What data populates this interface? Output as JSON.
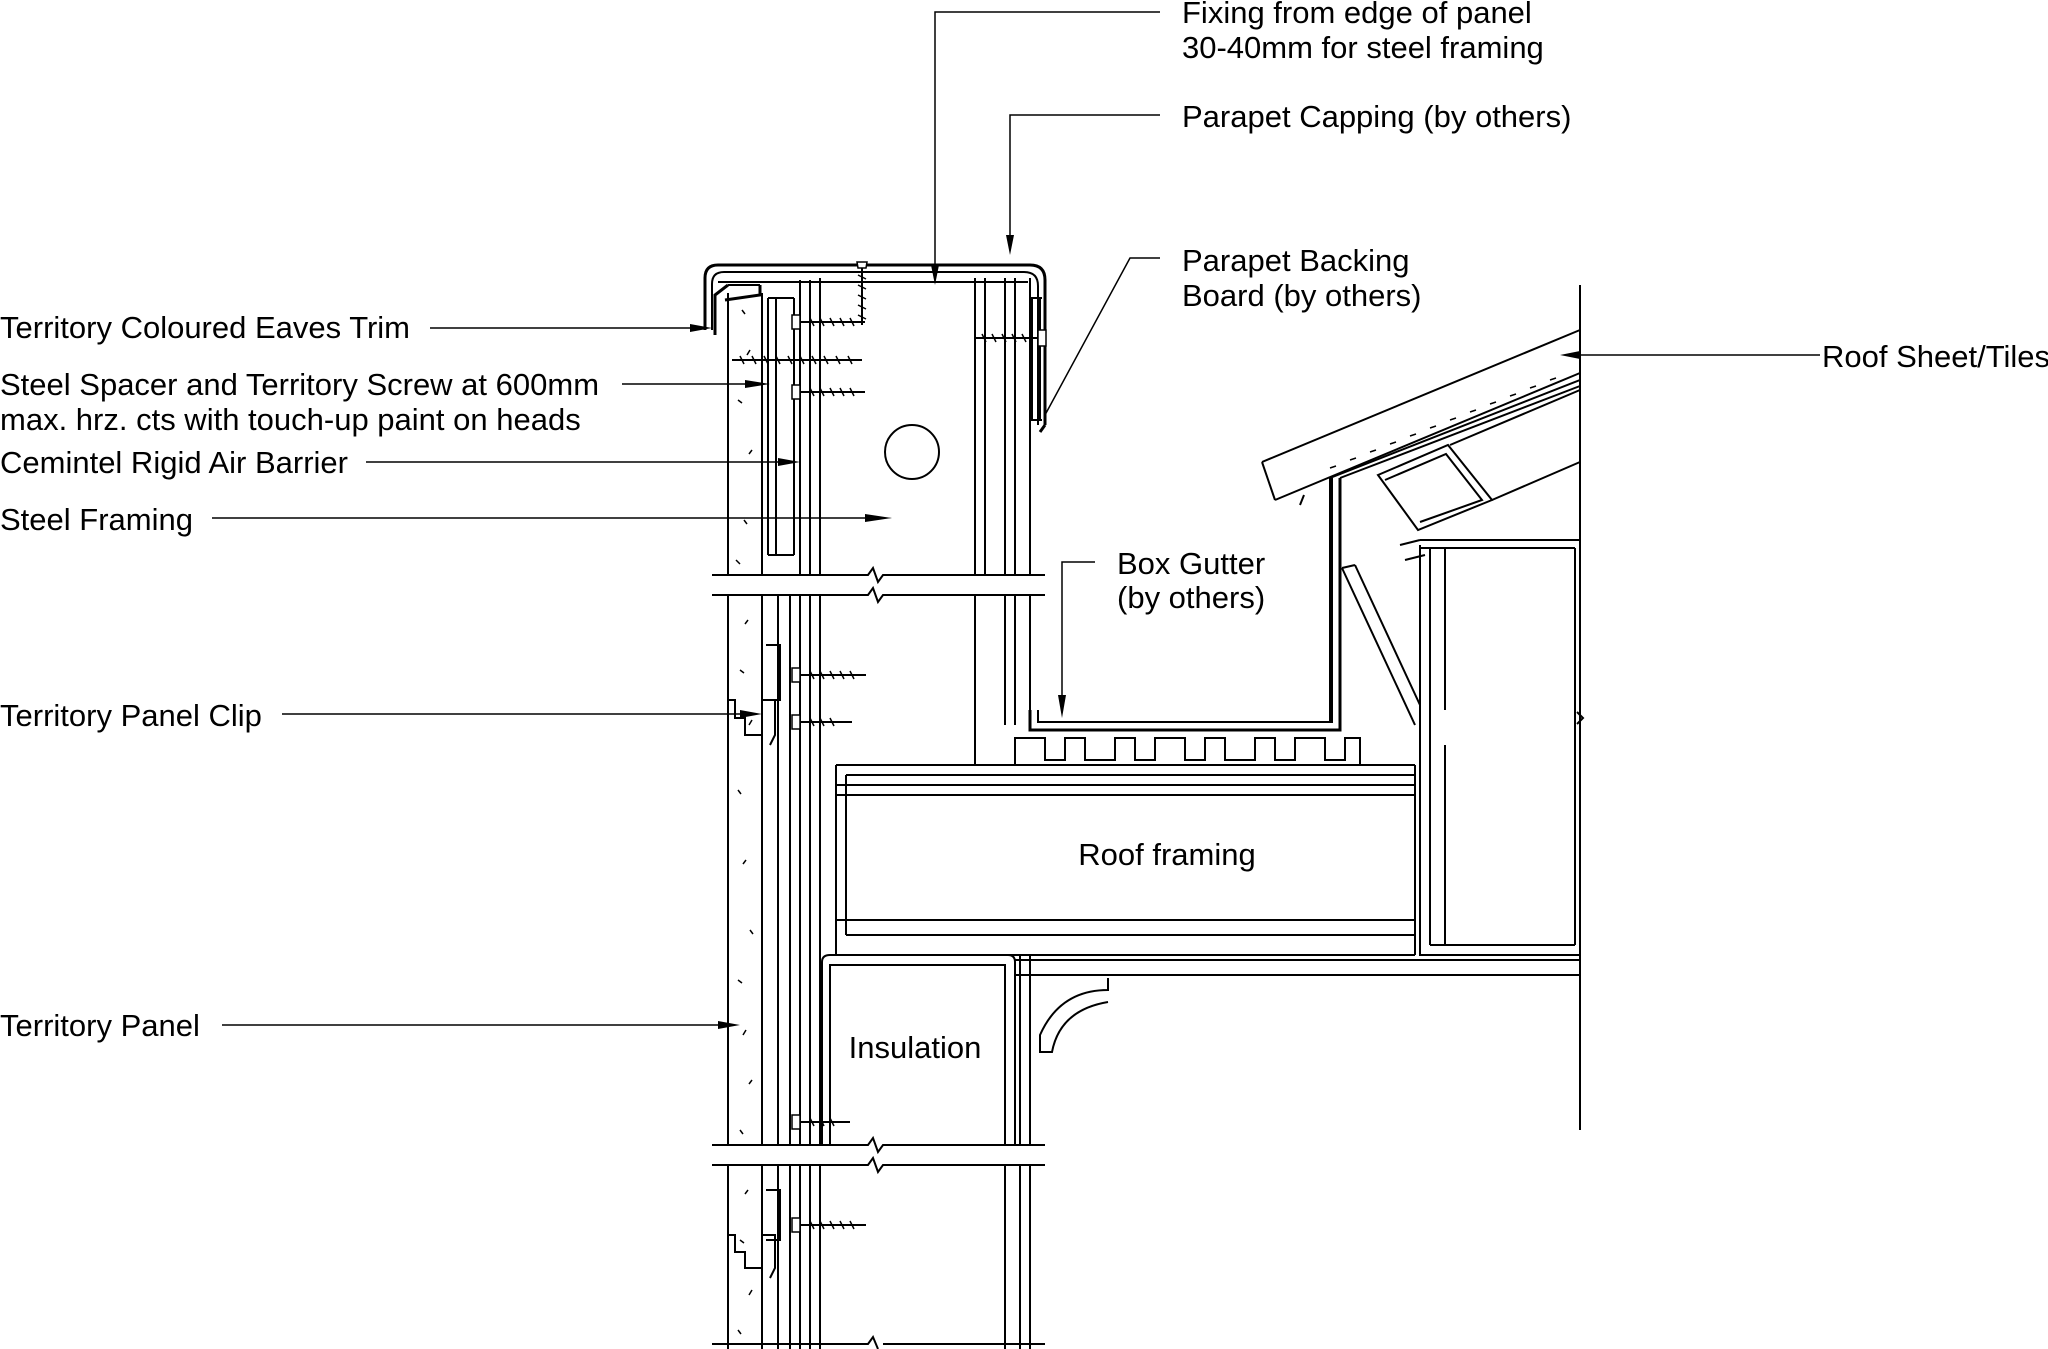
{
  "labels": {
    "fixing_1": "Fixing from edge of panel",
    "fixing_2": "30-40mm for steel framing",
    "parapet_capping": "Parapet Capping (by others)",
    "parapet_backing_1": "Parapet Backing",
    "parapet_backing_2": "Board (by others)",
    "roof_sheet": "Roof Sheet/Tiles",
    "eaves_trim": "Territory Coloured Eaves Trim",
    "spacer_1": "Steel Spacer and Territory Screw at 600mm",
    "spacer_2": "max. hrz. cts with touch-up paint on heads",
    "air_barrier": "Cemintel Rigid Air Barrier",
    "steel_framing": "Steel Framing",
    "box_gutter_1": "Box Gutter",
    "box_gutter_2": "(by others)",
    "panel_clip": "Territory Panel Clip",
    "roof_framing": "Roof framing",
    "insulation": "Insulation",
    "territory_panel": "Territory Panel"
  }
}
